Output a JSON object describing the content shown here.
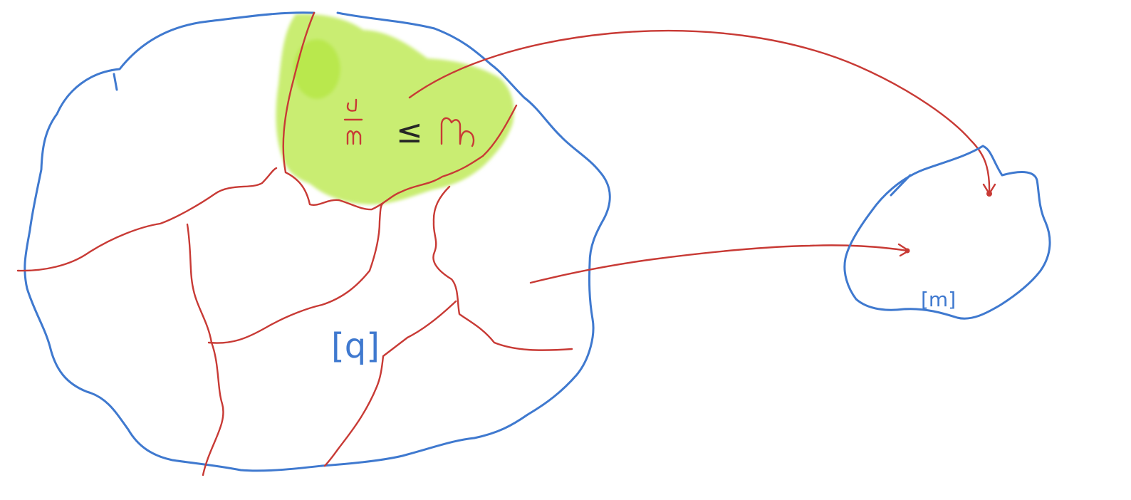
{
  "colors": {
    "background": "#ffffff",
    "set_outline": "#3f79cf",
    "partition_and_map": "#c83a35",
    "highlight": "#c9ed72",
    "highlight_light": "#d8f38d",
    "highlight_center": "#b9e84d",
    "ink": "#262626"
  },
  "labels": {
    "large_set": "[q]",
    "small_set": "[m]",
    "fraction_numerator": "n",
    "fraction_denominator": "m",
    "inequality_symbol": "≤",
    "bound_text": "big"
  },
  "icons": {
    "mapping_arrowhead": "arrowhead-icon",
    "mapping_point": "dot-icon"
  }
}
